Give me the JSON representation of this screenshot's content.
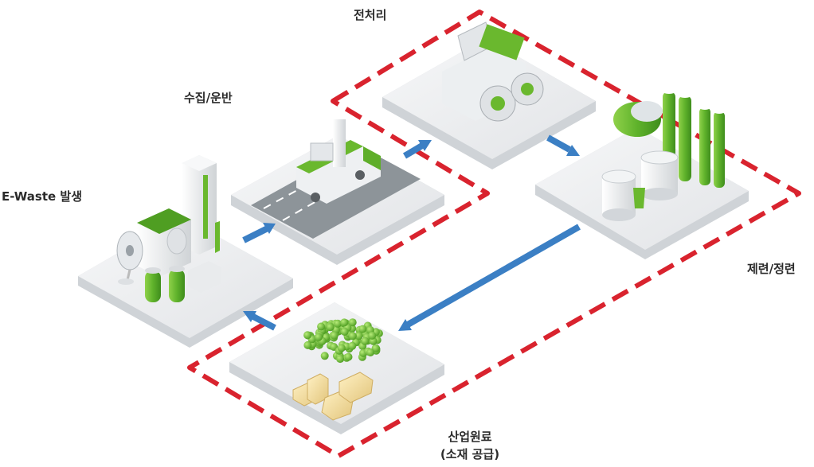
{
  "stages": {
    "ewaste": {
      "label": "E-Waste 발생"
    },
    "collection": {
      "label": "수집/운반"
    },
    "pretreatment": {
      "label": "전처리"
    },
    "refining": {
      "label": "제련/정련"
    },
    "materials": {
      "label_line1": "산업원료",
      "label_line2": "(소재 공급)"
    }
  },
  "colors": {
    "accent_green": "#6ab82e",
    "dark_green": "#3e8a1e",
    "loop_red": "#d9232e",
    "arrow_blue": "#3b7fc4",
    "platform": "#eceef0",
    "gold": "#f1dba0"
  }
}
